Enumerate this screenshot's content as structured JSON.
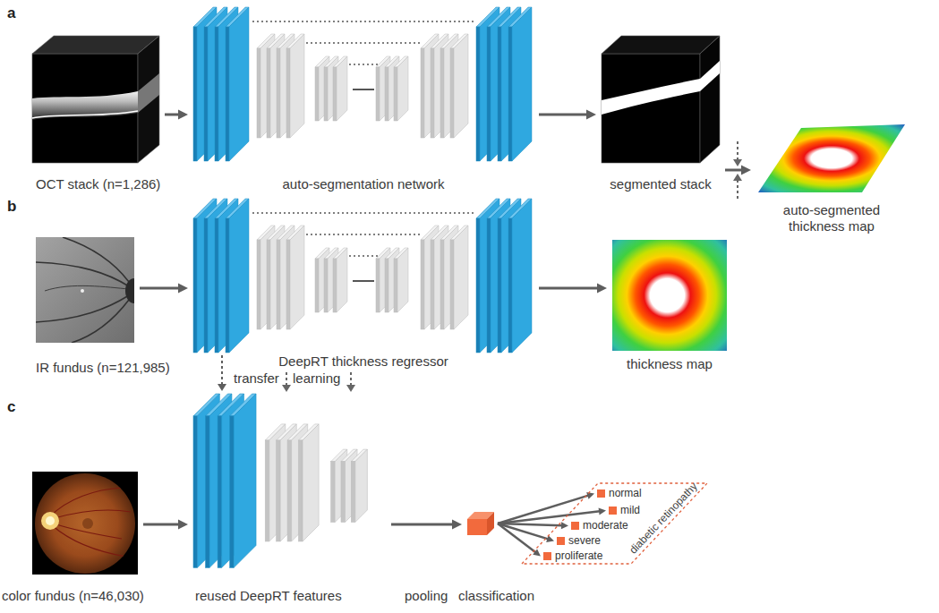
{
  "diagram": {
    "nodes": [
      {
        "text": [
          "OCT stack (n=1,286)"
        ]
      },
      {
        "text": [
          "auto-segmentation network"
        ]
      },
      {
        "text": [
          "segmented stack"
        ]
      },
      {
        "text": [
          "auto-segmented thickness map"
        ]
      },
      {
        "text": [
          "IR fundus (n=121,985)"
        ]
      },
      {
        "text": [
          "DeepRT thickness regressor"
        ]
      },
      {
        "text": [
          "thickness map"
        ]
      },
      {
        "text": [
          "color fundus (n=46,030)"
        ]
      },
      {
        "text": [
          "reused DeepRT features"
        ]
      },
      {
        "text": [
          "classification"
        ]
      },
      {
        "text": [
          "diabetic retinopathy"
        ]
      },
      {
        "text": [
          "normal"
        ],
        "in": 10
      },
      {
        "text": [
          "mild"
        ],
        "in": 10
      },
      {
        "text": [
          "moderate"
        ],
        "in": 10
      },
      {
        "text": [
          "severe"
        ],
        "in": 10
      },
      {
        "text": [
          "proliferate"
        ],
        "in": 10
      }
    ],
    "edges": [
      {
        "from": 0,
        "to": 1,
        "arrow": "to"
      },
      {
        "from": 1,
        "to": 2,
        "arrow": "to"
      },
      {
        "from": 2,
        "to": 3,
        "arrow": "to"
      },
      {
        "from": 4,
        "to": 5,
        "arrow": "to"
      },
      {
        "from": 5,
        "to": 6,
        "arrow": "to"
      },
      {
        "from": 5,
        "to": 8,
        "arrow": "to"
      },
      {
        "from": 7,
        "to": 8,
        "arrow": "to"
      },
      {
        "from": 8,
        "to": 9,
        "arrow": "to"
      },
      {
        "from": 9,
        "to": 11,
        "arrow": "to"
      },
      {
        "from": 9,
        "to": 12,
        "arrow": "to"
      },
      {
        "from": 9,
        "to": 13,
        "arrow": "to"
      },
      {
        "from": 9,
        "to": 14,
        "arrow": "to"
      },
      {
        "from": 9,
        "to": 15,
        "arrow": "to"
      }
    ],
    "labels": [
      "a",
      "b",
      "c",
      "transfer",
      "learning",
      "pooling"
    ]
  }
}
